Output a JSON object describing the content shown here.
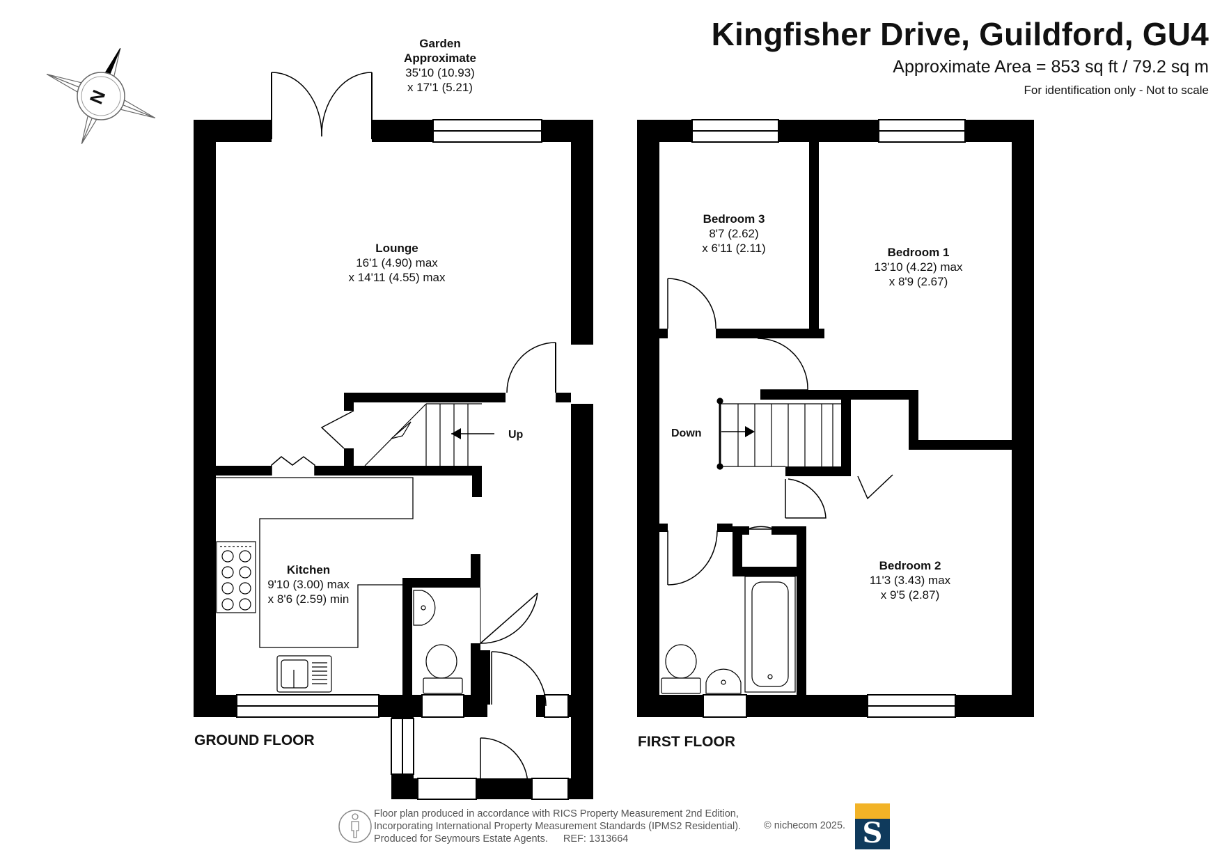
{
  "header": {
    "title": "Kingfisher Drive, Guildford, GU4",
    "area": "Approximate Area = 853 sq ft / 79.2 sq m",
    "note": "For identification only - Not to scale"
  },
  "compass": {
    "letter": "N",
    "icon": "compass-icon"
  },
  "ground_floor": {
    "label": "GROUND FLOOR",
    "up_label": "Up",
    "rooms": [
      {
        "name": "Garden",
        "line1": "Approximate",
        "line2": "35'10 (10.93)",
        "line3": "x 17'1 (5.21)"
      },
      {
        "name": "Lounge",
        "line1": "16'1 (4.90) max",
        "line2": "x 14'11 (4.55) max"
      },
      {
        "name": "Kitchen",
        "line1": "9'10 (3.00) max",
        "line2": "x 8'6 (2.59) min"
      }
    ]
  },
  "first_floor": {
    "label": "FIRST FLOOR",
    "down_label": "Down",
    "rooms": [
      {
        "name": "Bedroom 3",
        "line1": "8'7 (2.62)",
        "line2": "x 6'11 (2.11)"
      },
      {
        "name": "Bedroom 1",
        "line1": "13'10 (4.22) max",
        "line2": "x 8'9 (2.67)"
      },
      {
        "name": "Bedroom 2",
        "line1": "11'3 (3.43) max",
        "line2": "x 9'5 (2.87)"
      }
    ]
  },
  "footer": {
    "line1": "Floor plan produced in accordance with RICS Property Measurement 2nd Edition,",
    "line2": "Incorporating International Property Measurement Standards (IPMS2 Residential).",
    "line3": "Produced for Seymours Estate Agents.",
    "ref": "REF: 1313664",
    "copyright": "© nichecom 2025.",
    "logo_letter": "S"
  },
  "colors": {
    "wall": "#000000",
    "logo_navy": "#0f3a5c",
    "logo_gold": "#f2b327"
  }
}
